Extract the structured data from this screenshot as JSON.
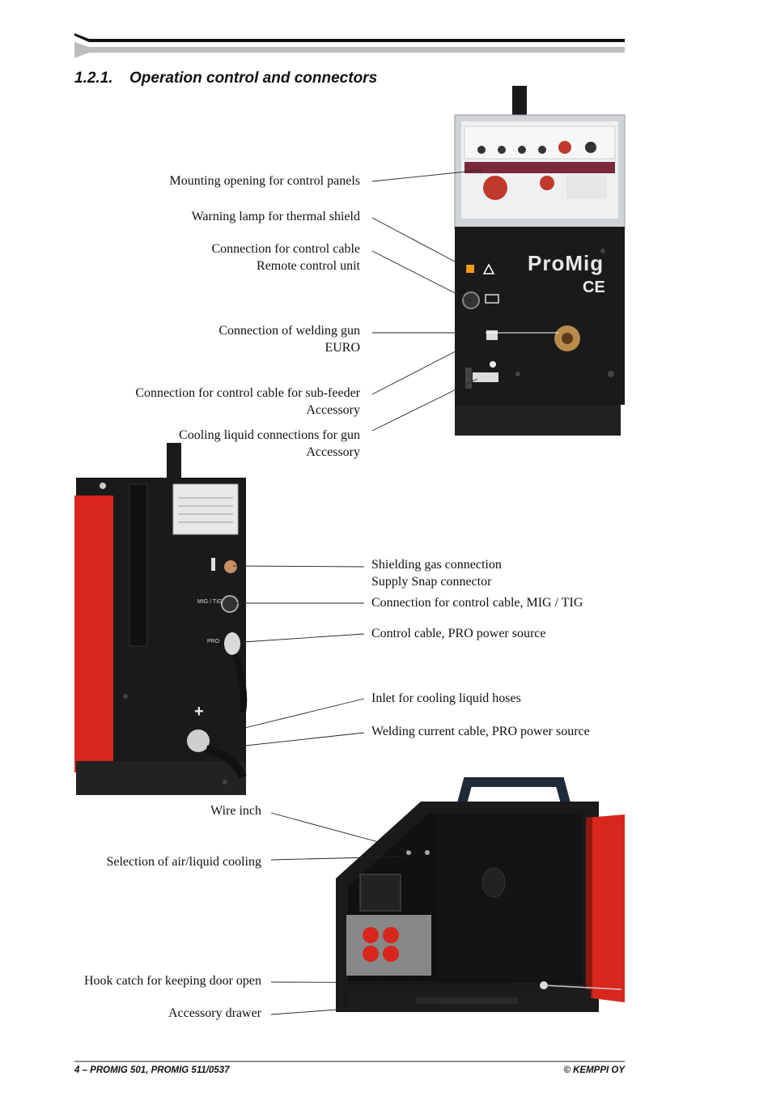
{
  "section": {
    "number": "1.2.1.",
    "title": "Operation control and connectors"
  },
  "front_labels": [
    [
      "Mounting opening for control panels"
    ],
    [
      "Warning lamp for thermal shield"
    ],
    [
      "Connection for control cable",
      "Remote control unit"
    ],
    [
      "Connection of welding gun",
      "EURO"
    ],
    [
      "Connection for control cable for sub-feeder",
      "Accessory"
    ],
    [
      "Cooling liquid connections for gun",
      "Accessory"
    ]
  ],
  "back_labels": [
    [
      "Shielding gas connection",
      "Supply  Snap connector"
    ],
    [
      "Connection for control cable, MIG / TIG"
    ],
    [
      "Control cable, PRO power source"
    ],
    [
      "Inlet for cooling liquid hoses"
    ],
    [
      "Welding current cable, PRO power source"
    ]
  ],
  "side_labels": [
    [
      "Wire inch"
    ],
    [
      "Selection of air/liquid cooling"
    ],
    [
      "Hook catch for keeping door open"
    ],
    [
      "Accessory drawer"
    ]
  ],
  "device": {
    "brand": "ProMig",
    "mark": "CE",
    "back_labels": {
      "mig_tig": "MIG / TIG",
      "pro": "PRO",
      "plus": "+"
    }
  },
  "colors": {
    "panel_red": "#d8261c",
    "body_black": "#1a1a1a",
    "rule_gray": "#bdbdbd"
  },
  "footer": {
    "left": "4 – PROMIG 501, PROMIG 511/0537",
    "right": "© KEMPPI OY"
  }
}
